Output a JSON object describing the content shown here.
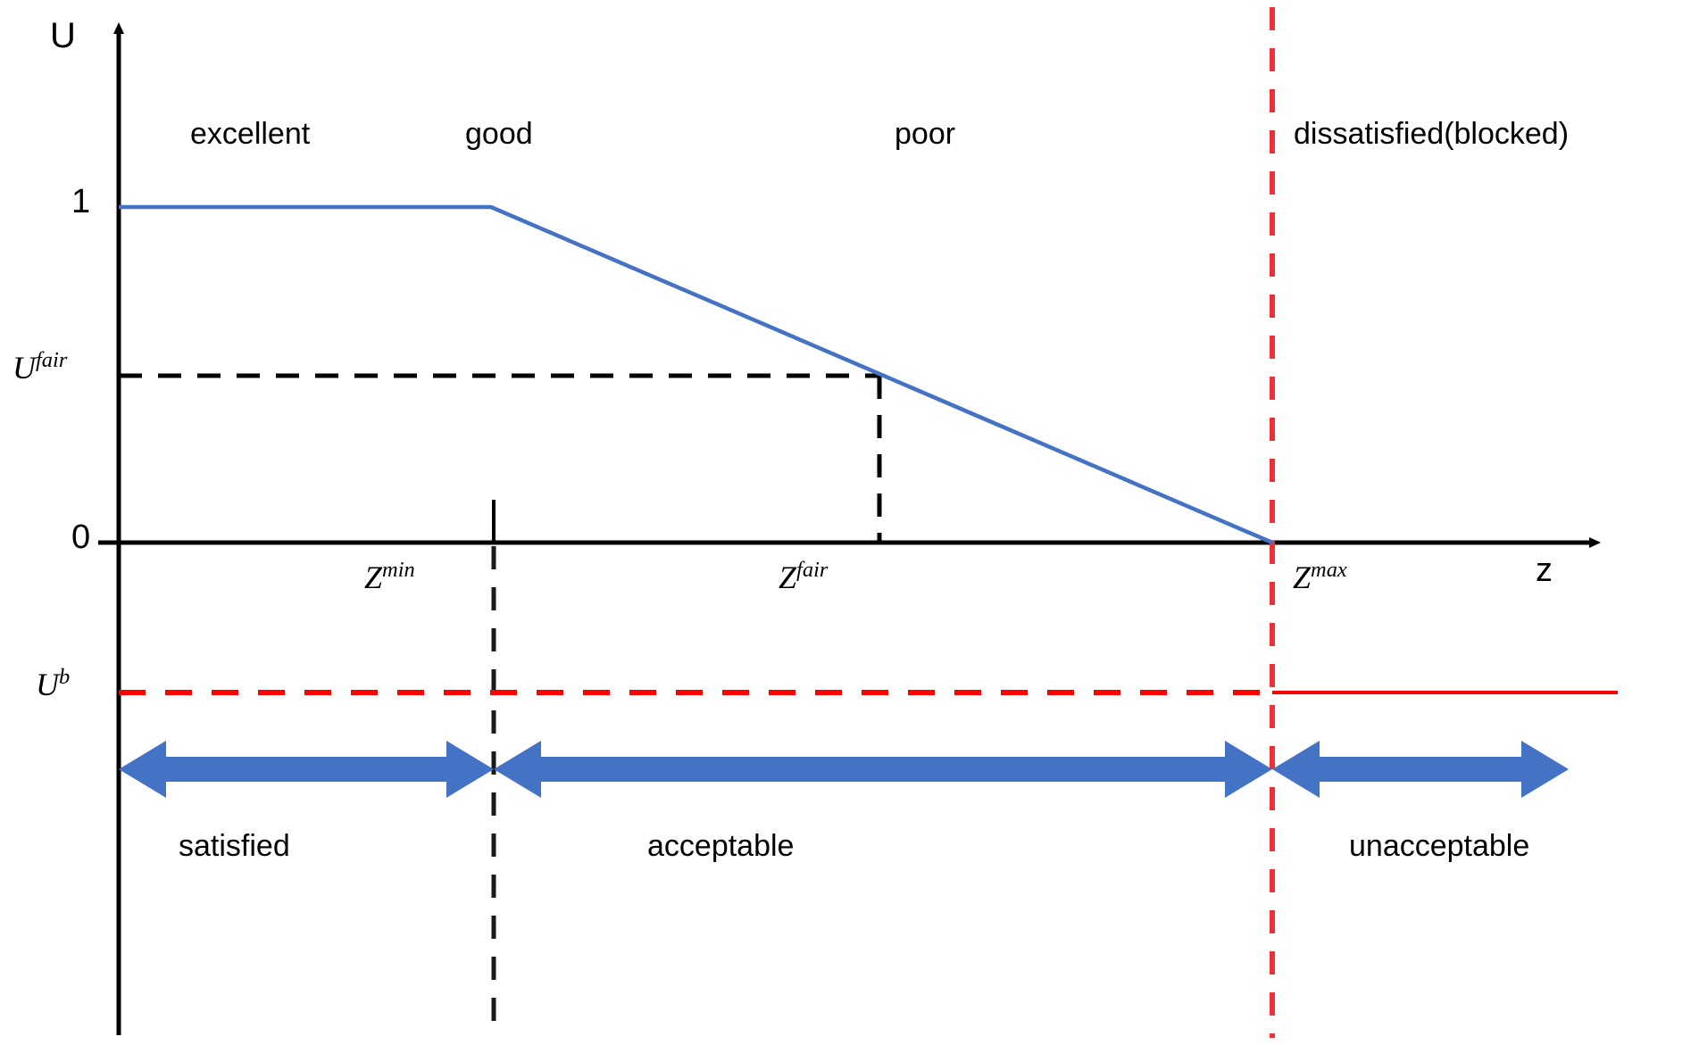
{
  "figure": {
    "axes": {
      "y_axis_label": "U",
      "x_axis_label": "z",
      "y_ticks": [
        {
          "value": 1,
          "label": "1"
        },
        {
          "value": 0,
          "label": "0"
        }
      ],
      "y_named_levels": [
        {
          "key": "U_fair",
          "label_base": "U",
          "label_sup": "fair"
        },
        {
          "key": "U_b",
          "label_base": "U",
          "label_sup": "b"
        }
      ],
      "x_named_ticks": [
        {
          "key": "Z_min",
          "label_base": "Z",
          "label_sup": "min"
        },
        {
          "key": "Z_fair",
          "label_base": "Z",
          "label_sup": "fair"
        },
        {
          "key": "Z_max",
          "label_base": "Z",
          "label_sup": "max"
        }
      ]
    },
    "quality_zones": [
      {
        "name": "excellent"
      },
      {
        "name": "good"
      },
      {
        "name": "poor"
      },
      {
        "name": "dissatisfied(blocked)"
      }
    ],
    "satisfaction_bands": [
      {
        "name": "satisfied"
      },
      {
        "name": "acceptable"
      },
      {
        "name": "unacceptable"
      }
    ],
    "colors": {
      "utility_curve": "#4472C4",
      "band_arrow": "#4472C4",
      "threshold_red": "#FF0000",
      "axis_black": "#000000",
      "guide_dash": "#000000"
    }
  },
  "chart_data": {
    "type": "line",
    "title": "",
    "xlabel": "z",
    "ylabel": "U",
    "xlim": [
      0,
      2.0
    ],
    "ylim": [
      0,
      1.35
    ],
    "grid": false,
    "legend": "none",
    "x_tick_labels": [
      "Z^min",
      "Z^fair",
      "Z^max"
    ],
    "x_tick_values": [
      0.5,
      1.03,
      1.56
    ],
    "y_tick_labels": [
      "0",
      "1",
      "U^fair",
      "U^b"
    ],
    "y_tick_values": [
      0,
      1,
      0.46,
      -0.43
    ],
    "series": [
      {
        "name": "utility U(z)",
        "color": "#4472C4",
        "points": [
          {
            "x": 0.0,
            "y": 1.0
          },
          {
            "x": 0.5,
            "y": 1.0
          },
          {
            "x": 1.03,
            "y": 0.46
          },
          {
            "x": 1.56,
            "y": 0.0
          }
        ]
      }
    ],
    "guides": [
      {
        "kind": "hline",
        "value": 0.46,
        "style": "dashed",
        "color": "#000000",
        "from_x": 0.0,
        "to_x": 1.03,
        "label": "U^fair"
      },
      {
        "kind": "vline",
        "value": 1.03,
        "style": "dashed",
        "color": "#000000",
        "from_y": 0.0,
        "to_y": 0.46,
        "label": "Z^fair"
      },
      {
        "kind": "vline",
        "value": 0.5,
        "style": "dashed",
        "color": "#000000",
        "label": "Z^min"
      },
      {
        "kind": "vline",
        "value": 1.56,
        "style": "dashed",
        "color": "#FF0000",
        "label": "Z^max"
      },
      {
        "kind": "hline",
        "value": -0.43,
        "style": "dashed-then-solid",
        "color": "#FF0000",
        "label": "U^b"
      }
    ],
    "annotations": [
      {
        "text": "excellent",
        "x": 0.19,
        "y": 1.17
      },
      {
        "text": "good",
        "x": 0.68,
        "y": 1.17
      },
      {
        "text": "poor",
        "x": 1.33,
        "y": 1.17
      },
      {
        "text": "dissatisfied(blocked)",
        "x": 1.78,
        "y": 1.17
      },
      {
        "text": "satisfied",
        "x": 0.25,
        "y": -0.74
      },
      {
        "text": "acceptable",
        "x": 1.0,
        "y": -0.74
      },
      {
        "text": "unacceptable",
        "x": 1.79,
        "y": -0.74
      }
    ],
    "range_arrows": [
      {
        "label": "satisfied",
        "from_x": 0.0,
        "to_x": 0.5,
        "double_headed": true,
        "color": "#4472C4"
      },
      {
        "label": "acceptable",
        "from_x": 0.5,
        "to_x": 1.56,
        "double_headed": true,
        "color": "#4472C4"
      },
      {
        "label": "unacceptable",
        "from_x": 1.56,
        "to_x": 2.0,
        "double_headed": true,
        "color": "#4472C4"
      }
    ]
  }
}
